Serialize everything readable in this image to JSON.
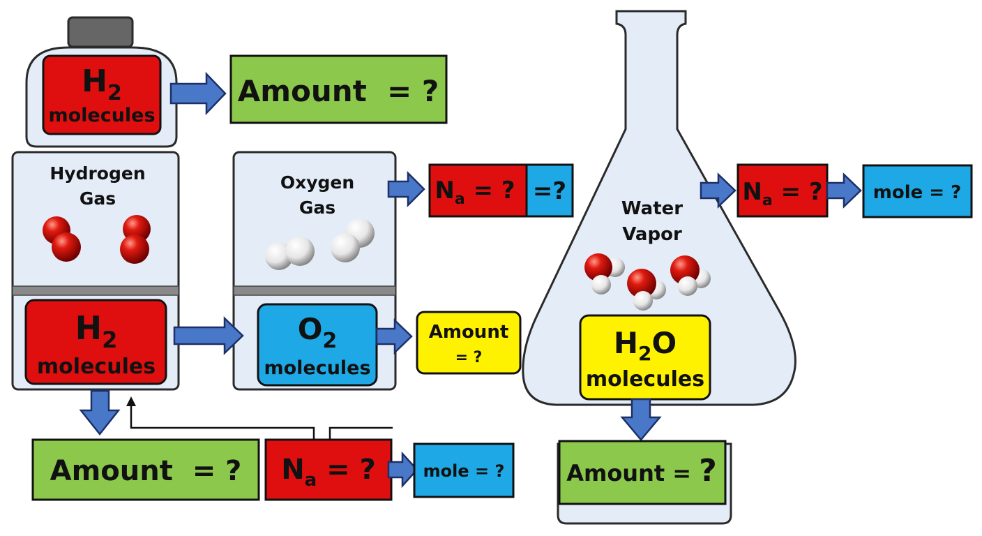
{
  "canister": {
    "formula": "H",
    "subscript": "2",
    "word": "molecules",
    "amount": "Amount  = ?"
  },
  "hydrogen": {
    "title_line1": "Hydrogen",
    "title_line2": "Gas",
    "formula": "H",
    "subscript": "2",
    "word": "molecules",
    "amount": "Amount  = ?",
    "na_main": "N",
    "na_sub": "a",
    "na_rest": " = ?",
    "mole": "mole = ?"
  },
  "oxygen": {
    "title_line1": "Oxygen",
    "title_line2": "Gas",
    "formula": "O",
    "subscript": "2",
    "word": "molecules",
    "amount_line1": "Amount",
    "amount_line2": "= ?",
    "na_main": "N",
    "na_sub": "a",
    "na_rest": " = ?",
    "equals": "=?"
  },
  "water": {
    "title_line1": "Water",
    "title_line2": "Vapor",
    "formula_a": "H",
    "subscript": "2",
    "formula_b": "O",
    "word": "molecules",
    "amount_main": "Amount = ",
    "amount_q": "?",
    "na_main": "N",
    "na_sub": "a",
    "na_rest": " = ?",
    "mole": "mole = ?"
  },
  "colors": {
    "red": "#e00f0f",
    "green": "#8cc84b",
    "blue": "#1ea9e6",
    "yellow": "#fff200",
    "arrow": "#4a78c8",
    "glass": "#e3ecf7"
  }
}
